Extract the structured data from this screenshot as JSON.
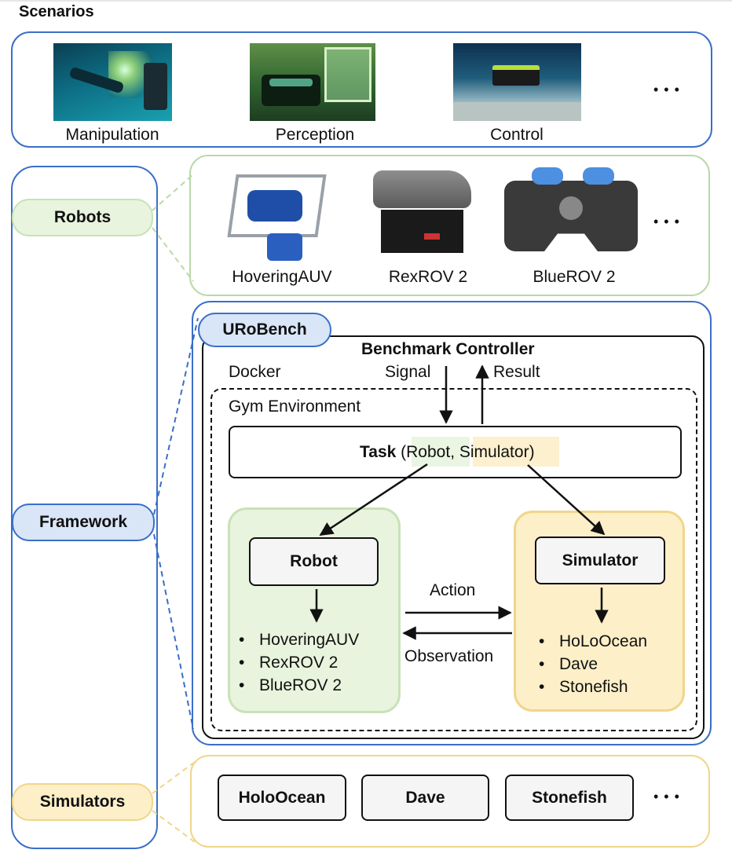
{
  "scenarios": {
    "heading": "Scenarios",
    "items": [
      {
        "label": "Manipulation"
      },
      {
        "label": "Perception"
      },
      {
        "label": "Control"
      }
    ],
    "more": "• • •"
  },
  "robots": {
    "pill": "Robots",
    "items": [
      {
        "label": "HoveringAUV"
      },
      {
        "label": "RexROV 2"
      },
      {
        "label": "BlueROV 2"
      }
    ],
    "more": "• • •"
  },
  "framework": {
    "pill": "Framework",
    "badge": "URoBench",
    "benchmark_controller": "Benchmark Controller",
    "docker": "Docker",
    "signal": "Signal",
    "result": "Result",
    "gym_environment": "Gym Environment",
    "task": {
      "bold": "Task",
      "open": " (",
      "robot": "Robot",
      "comma": ", ",
      "simulator": "Simulator",
      "close": ")"
    },
    "robot_box": {
      "title": "Robot",
      "items": [
        "HoveringAUV",
        "RexROV 2",
        "BlueROV 2"
      ]
    },
    "simulator_box": {
      "title": "Simulator",
      "items": [
        "HoLoOcean",
        "Dave",
        "Stonefish"
      ]
    },
    "action": "Action",
    "observation": "Observation",
    "bullet": "•"
  },
  "simulators": {
    "pill": "Simulators",
    "items": [
      "HoloOcean",
      "Dave",
      "Stonefish"
    ],
    "more": "• • •"
  },
  "colors": {
    "blue_border": "#3a6fc8",
    "green_border": "#b9d9a8",
    "green_fill": "#e8f4dd",
    "yellow_border": "#f0d68a",
    "yellow_fill": "#fdefc8",
    "blue_fill": "#d9e6f8"
  }
}
